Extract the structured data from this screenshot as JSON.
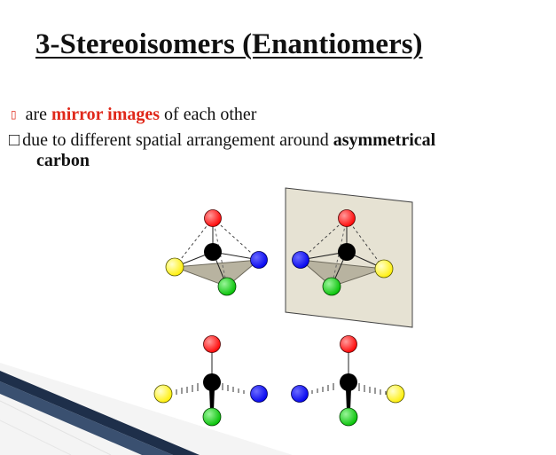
{
  "slide": {
    "title": "3-Stereoisomers (Enantiomers)",
    "bullet1": {
      "marker": "▯",
      "prefix": "are ",
      "highlight": "mirror images",
      "suffix": " of each other"
    },
    "bullet2": {
      "marker": "□",
      "line1_prefix": "due to different spatial arrangement around ",
      "line1_bold": "asymmetrical",
      "line2_bold": "carbon"
    }
  },
  "figure": {
    "atom_colors": {
      "top": "#ff0000",
      "center": "#000000",
      "left": "#ffff00",
      "right": "#0000ff",
      "bottom": "#00cc00"
    },
    "mirror_color": "#e5e2d3",
    "base_color": "#b6b19e"
  }
}
